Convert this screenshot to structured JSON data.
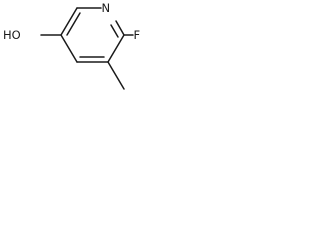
{
  "molecule": {
    "atoms": {
      "nitrogen": "N",
      "fluorine": "F",
      "hydroxyl": "HO"
    },
    "bond_color": "#1a1a1a",
    "background_color": "#ffffff"
  }
}
